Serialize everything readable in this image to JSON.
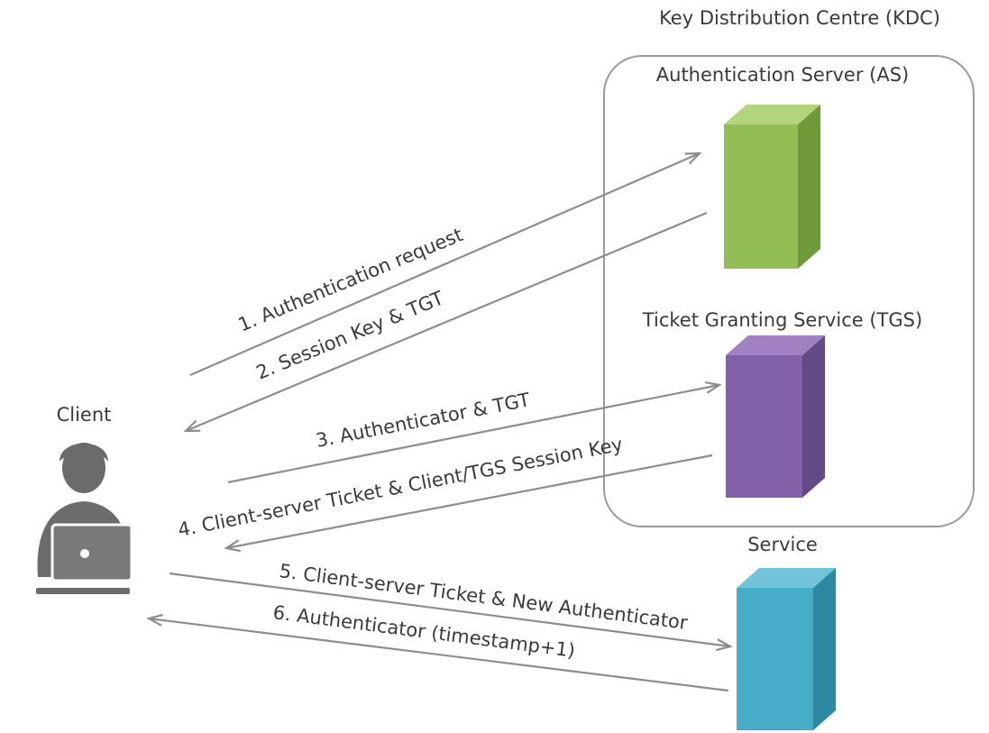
{
  "kdc": {
    "title": "Key Distribution Centre (KDC)"
  },
  "servers": {
    "as": {
      "label": "Authentication Server (AS)",
      "color_front": "#93bd55",
      "color_side": "#6f9a3a",
      "color_top": "#b3d47c"
    },
    "tgs": {
      "label": "Ticket Granting Service (TGS)",
      "color_front": "#8161a8",
      "color_side": "#634a87",
      "color_top": "#9f82c2"
    },
    "service": {
      "label": "Service",
      "color_front": "#46acc8",
      "color_side": "#2f88a2",
      "color_top": "#72c4da"
    }
  },
  "client": {
    "label": "Client",
    "icon": "user-laptop-icon",
    "color": "#6b6b6b"
  },
  "messages": [
    {
      "id": 1,
      "text": "1. Authentication request"
    },
    {
      "id": 2,
      "text": "2. Session Key & TGT"
    },
    {
      "id": 3,
      "text": "3. Authenticator & TGT"
    },
    {
      "id": 4,
      "text": "4. Client-server Ticket  & Client/TGS Session Key"
    },
    {
      "id": 5,
      "text": "5. Client-server Ticket & New Authenticator"
    },
    {
      "id": 6,
      "text": "6. Authenticator (timestamp+1)"
    }
  ],
  "colors": {
    "arrow": "#8d8d8d",
    "kdc_border": "#9a9a9a",
    "text": "#3a3a3a"
  }
}
